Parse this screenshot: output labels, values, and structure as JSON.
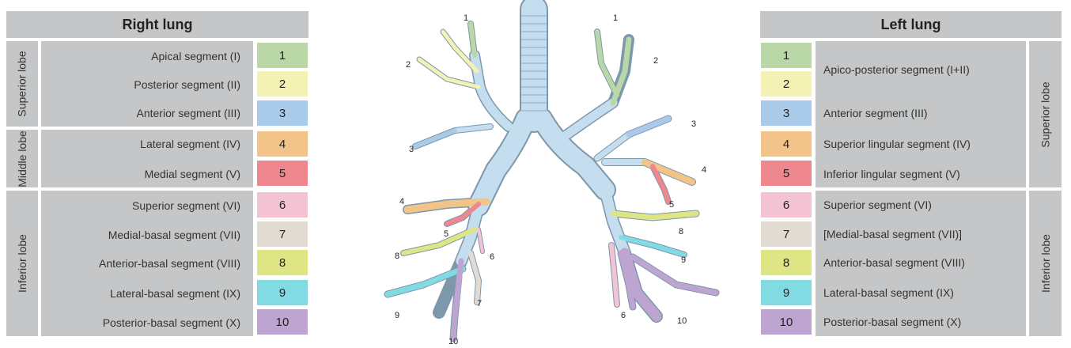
{
  "right": {
    "title": "Right lung",
    "lobes": {
      "superior": "Superior lobe",
      "middle": "Middle lobe",
      "inferior": "Inferior lobe"
    },
    "segments": [
      {
        "label": "Apical segment (I)",
        "num": "1",
        "color": "#b9d7a7"
      },
      {
        "label": "Posterior segment (II)",
        "num": "2",
        "color": "#f3f1b4"
      },
      {
        "label": "Anterior segment (III)",
        "num": "3",
        "color": "#a9cbe9"
      },
      {
        "label": "Lateral segment (IV)",
        "num": "4",
        "color": "#f3c489"
      },
      {
        "label": "Medial segment (V)",
        "num": "5",
        "color": "#ef878e"
      },
      {
        "label": "Superior segment (VI)",
        "num": "6",
        "color": "#f3c3d3"
      },
      {
        "label": "Medial-basal segment (VII)",
        "num": "7",
        "color": "#e1dbd1"
      },
      {
        "label": "Anterior-basal segment (VIII)",
        "num": "8",
        "color": "#dde585"
      },
      {
        "label": "Lateral-basal segment (IX)",
        "num": "9",
        "color": "#82dbe2"
      },
      {
        "label": "Posterior-basal segment (X)",
        "num": "10",
        "color": "#bea5d1"
      }
    ]
  },
  "left": {
    "title": "Left lung",
    "lobes": {
      "superior": "Superior lobe",
      "inferior": "Inferior lobe"
    },
    "swatches": [
      {
        "num": "1",
        "color": "#b9d7a7"
      },
      {
        "num": "2",
        "color": "#f3f1b4"
      },
      {
        "num": "3",
        "color": "#a9cbe9"
      },
      {
        "num": "4",
        "color": "#f3c489"
      },
      {
        "num": "5",
        "color": "#ef878e"
      },
      {
        "num": "6",
        "color": "#f3c3d3"
      },
      {
        "num": "7",
        "color": "#e1dbd1"
      },
      {
        "num": "8",
        "color": "#dde585"
      },
      {
        "num": "9",
        "color": "#82dbe2"
      },
      {
        "num": "10",
        "color": "#bea5d1"
      }
    ],
    "labels": [
      "Apico-posterior segment (I+II)",
      "Anterior segment (III)",
      "Superior lingular segment (IV)",
      "Inferior lingular segment (V)",
      "Superior segment (VI)",
      "[Medial-basal segment (VII)]",
      "Anterior-basal segment (VIII)",
      "Lateral-basal segment (IX)",
      "Posterior-basal segment (X)"
    ]
  },
  "diagram": {
    "tree_color": "#c5deef",
    "outline_color": "#7d97ab",
    "right_callouts": [
      "1",
      "2",
      "3",
      "4",
      "5",
      "6",
      "7",
      "8",
      "9",
      "10"
    ],
    "left_callouts": [
      "1",
      "2",
      "3",
      "4",
      "5",
      "6",
      "8",
      "9",
      "10"
    ]
  }
}
